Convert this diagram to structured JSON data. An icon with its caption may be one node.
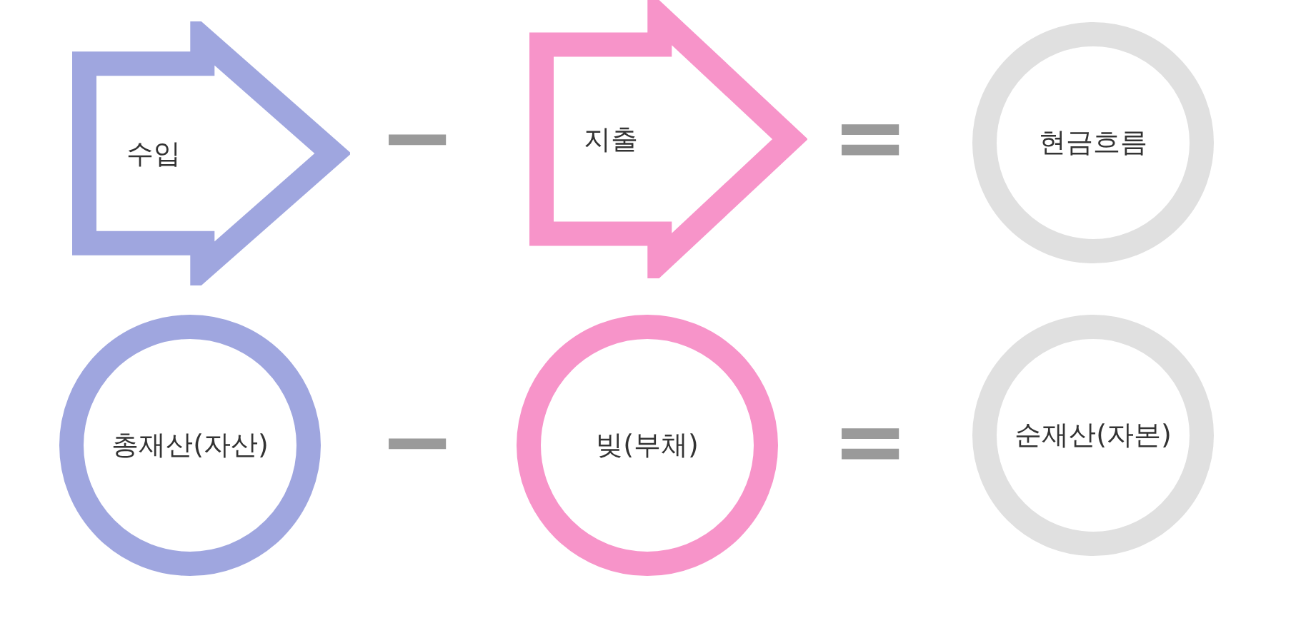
{
  "diagram": {
    "nodes": [
      {
        "text": [
          "수입"
        ]
      },
      {
        "text": [
          "지출"
        ]
      },
      {
        "text": [
          "현금흐름"
        ]
      },
      {
        "text": [
          "총재산(자산)"
        ]
      },
      {
        "text": [
          "빚(부채)"
        ]
      },
      {
        "text": [
          "순재산(자본)"
        ]
      }
    ],
    "labels": [
      "−",
      "=",
      "−",
      "="
    ]
  }
}
